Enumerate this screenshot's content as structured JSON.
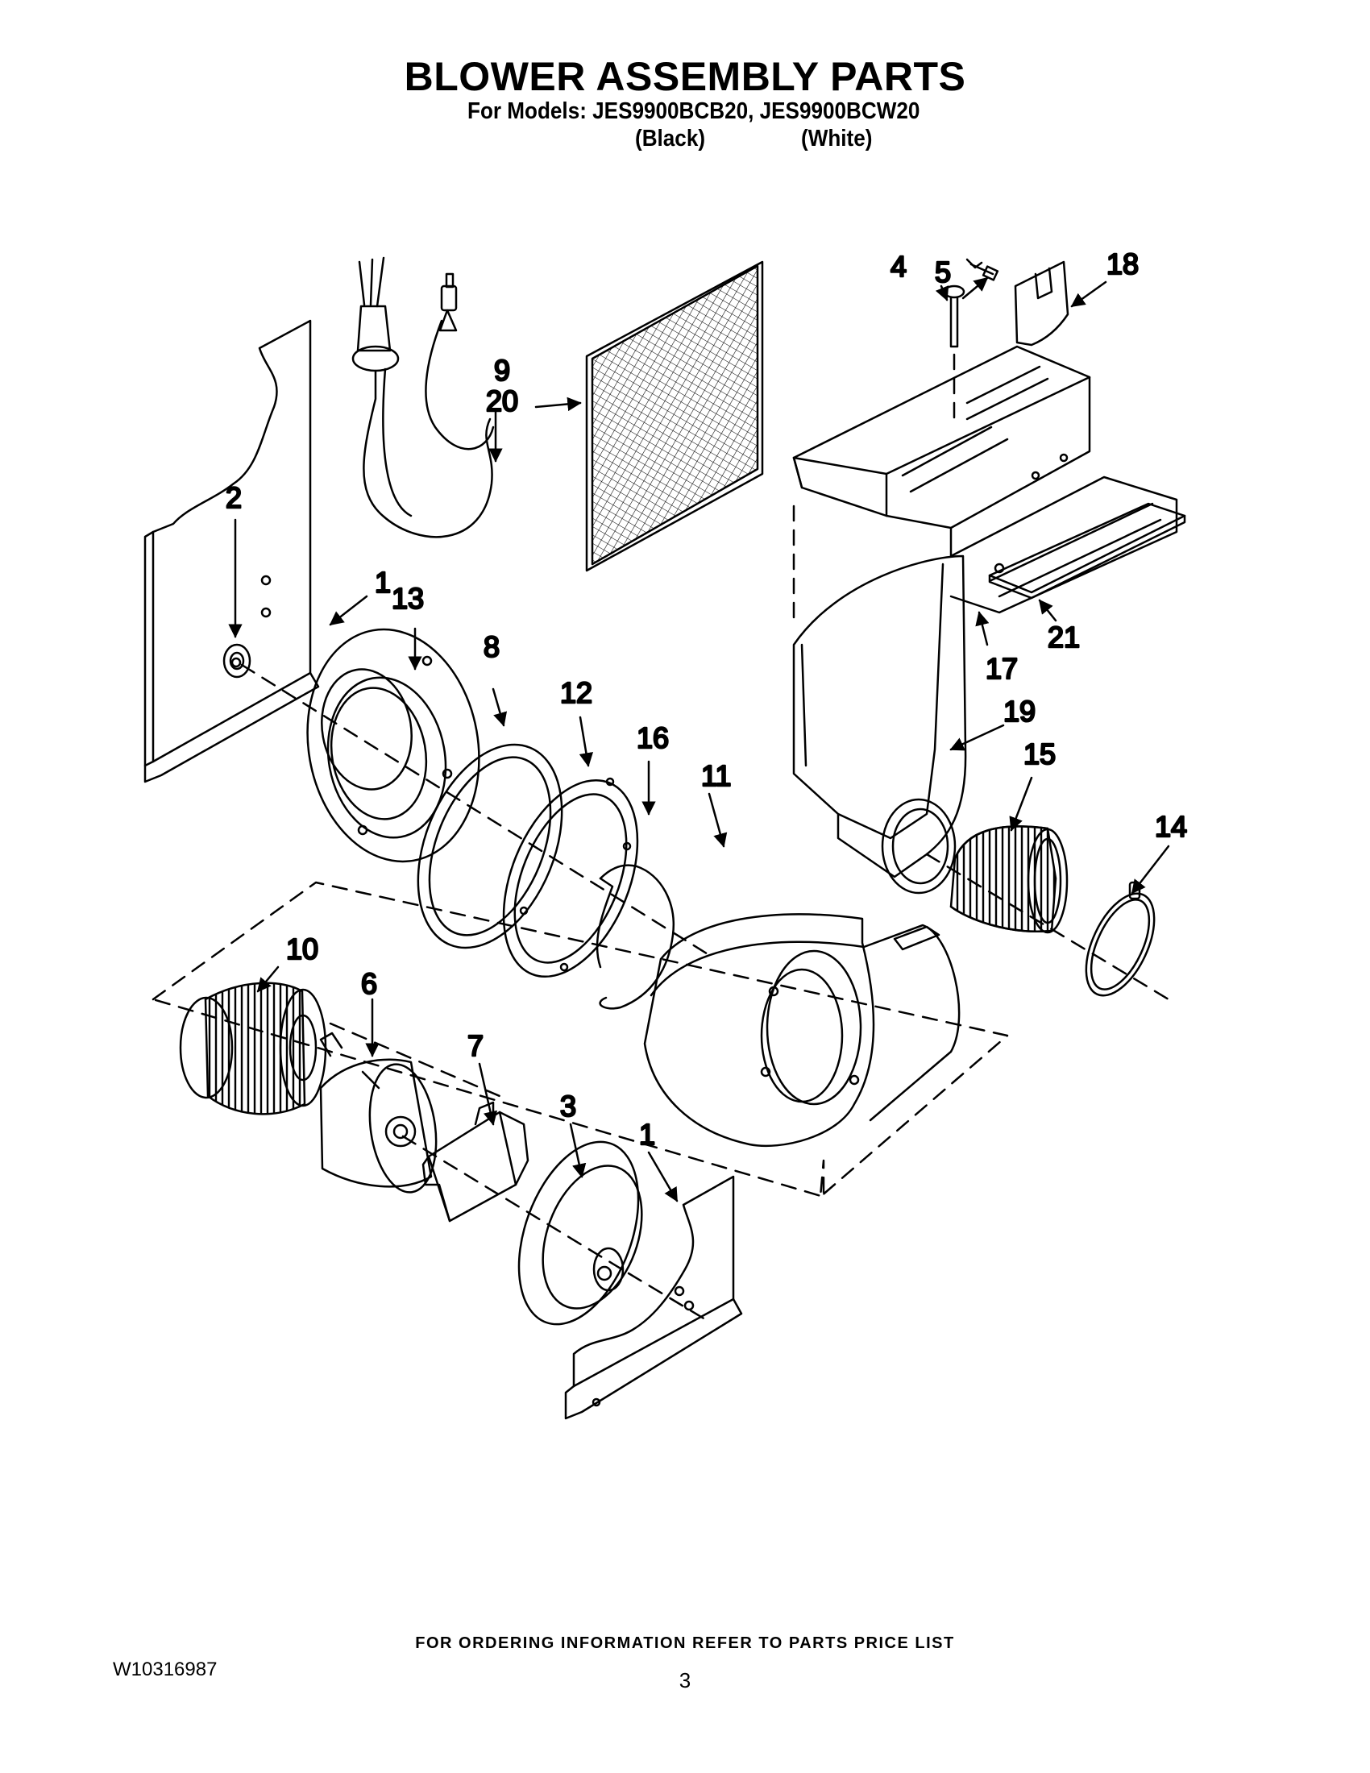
{
  "header": {
    "title": "BLOWER ASSEMBLY PARTS",
    "models_line": "For Models: JES9900BCB20, JES9900BCW20",
    "variant_black": "(Black)",
    "variant_white": "(White)"
  },
  "callouts": {
    "c1_upper": "1",
    "c1_lower": "1",
    "c2": "2",
    "c3": "3",
    "c4": "4",
    "c5": "5",
    "c6": "6",
    "c7": "7",
    "c8": "8",
    "c9": "9",
    "c10": "10",
    "c11": "11",
    "c12": "12",
    "c13": "13",
    "c14": "14",
    "c15": "15",
    "c16": "16",
    "c17": "17",
    "c18": "18",
    "c19": "19",
    "c20": "20",
    "c21": "21"
  },
  "footer": {
    "ordering_note": "FOR ORDERING INFORMATION REFER TO PARTS PRICE LIST",
    "doc_number": "W10316987",
    "page_number": "3"
  }
}
